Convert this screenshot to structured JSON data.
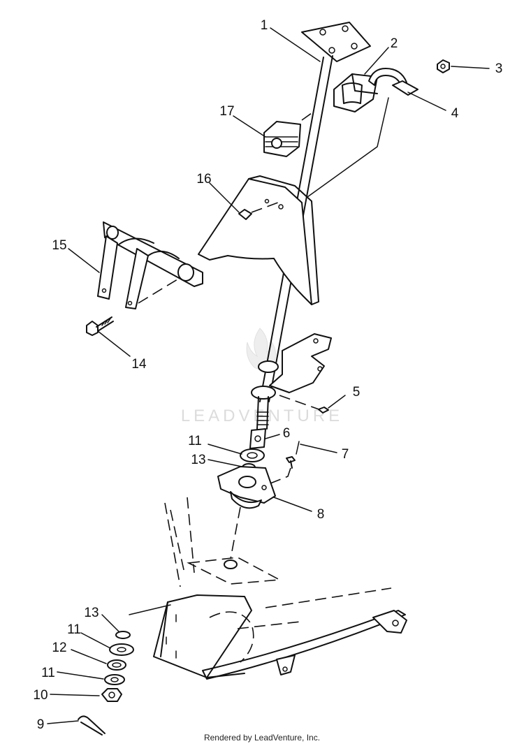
{
  "watermark": "LEADVENTURE",
  "footer": "Rendered by LeadVenture, Inc.",
  "callouts": [
    "1",
    "2",
    "3",
    "4",
    "5",
    "6",
    "7",
    "8",
    "9",
    "10",
    "11",
    "11",
    "11",
    "12",
    "13",
    "13",
    "14",
    "15",
    "16",
    "17"
  ]
}
